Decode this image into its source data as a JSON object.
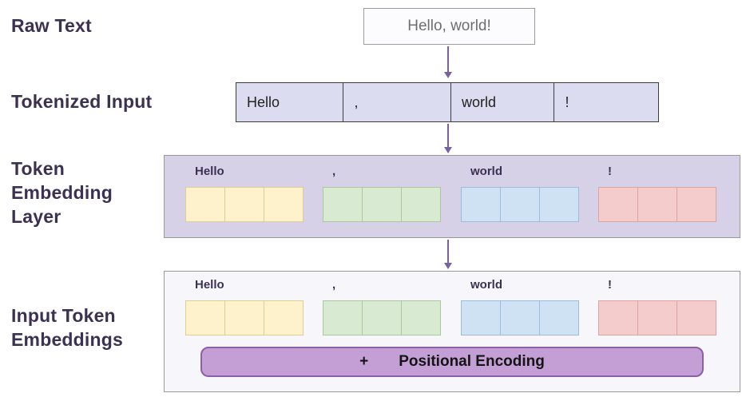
{
  "sidebar_labels": {
    "raw_text": "Raw Text",
    "tokenized_input": "Tokenized Input",
    "token_embedding_layer": "Token Embedding Layer",
    "input_token_embeddings": "Input Token Embeddings"
  },
  "raw_text_box": "Hello, world!",
  "tokens": [
    {
      "text": "Hello",
      "fill": "#fdf2cc",
      "border": "#dfcd96"
    },
    {
      "text": ",",
      "fill": "#d9ead3",
      "border": "#a8c89e"
    },
    {
      "text": "world",
      "fill": "#cfe2f3",
      "border": "#9cbcdd"
    },
    {
      "text": "!",
      "fill": "#f4cccc",
      "border": "#dba3a3"
    }
  ],
  "positional_encoding": {
    "plus": "+",
    "label": "Positional Encoding",
    "fill": "#c39fd6",
    "border": "#8d5fa8"
  },
  "colors": {
    "label_text": "#3a3153",
    "arrow": "#7c5f9e",
    "raw_box_bg": "#fcfcfe",
    "tokenized_row_bg": "#dcdcf0",
    "embedding_container_bg": "#d6d1e7",
    "input_container_bg": "#f7f7fb"
  }
}
